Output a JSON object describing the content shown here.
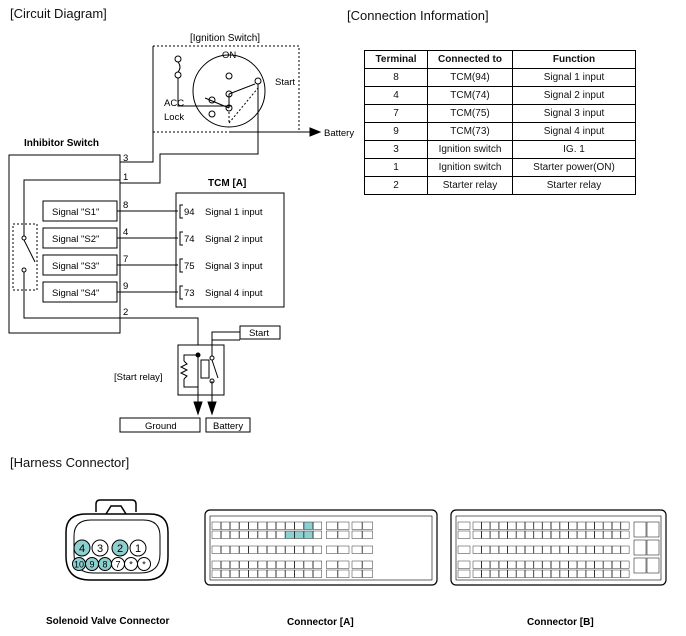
{
  "circuit": {
    "heading": "[Circuit Diagram]",
    "ignition_switch": "[Ignition Switch]",
    "pos_on": "ON",
    "pos_start": "Start",
    "pos_acc": "ACC",
    "pos_lock": "Lock",
    "battery_arrow": "Battery",
    "inhibitor_switch": "Inhibitor Switch",
    "tcm": "TCM [A]",
    "signals": [
      "Signal \"S1\"",
      "Signal \"S2\"",
      "Signal \"S3\"",
      "Signal \"S4\""
    ],
    "wire_numbers": [
      "3",
      "1",
      "8",
      "4",
      "7",
      "9",
      "2"
    ],
    "tcm_pins": [
      "94",
      "74",
      "75",
      "73"
    ],
    "tcm_inputs": [
      "Signal 1 input",
      "Signal 2 input",
      "Signal 3 input",
      "Signal 4 input"
    ],
    "start_relay": "[Start relay]",
    "start_box": "Start",
    "ground_box": "Ground",
    "battery_box": "Battery"
  },
  "connection": {
    "heading": "[Connection Information]",
    "headers": [
      "Terminal",
      "Connected to",
      "Function"
    ],
    "rows": [
      [
        "8",
        "TCM(94)",
        "Signal 1 input"
      ],
      [
        "4",
        "TCM(74)",
        "Signal 2 input"
      ],
      [
        "7",
        "TCM(75)",
        "Signal 3 input"
      ],
      [
        "9",
        "TCM(73)",
        "Signal 4 input"
      ],
      [
        "3",
        "Ignition switch",
        "IG. 1"
      ],
      [
        "1",
        "Ignition switch",
        "Starter power(ON)"
      ],
      [
        "2",
        "Starter relay",
        "Starter relay"
      ]
    ]
  },
  "harness": {
    "heading": "[Harness Connector]",
    "solenoid_label": "Solenoid Valve Connector",
    "connector_a_label": "Connector [A]",
    "connector_b_label": "Connector [B]",
    "solenoid_pins_top": [
      "4",
      "3",
      "2",
      "1"
    ],
    "solenoid_pins_bottom": [
      "10",
      "9",
      "8",
      "7",
      "*",
      "*"
    ],
    "highlight_color": "#8ecfcf"
  }
}
